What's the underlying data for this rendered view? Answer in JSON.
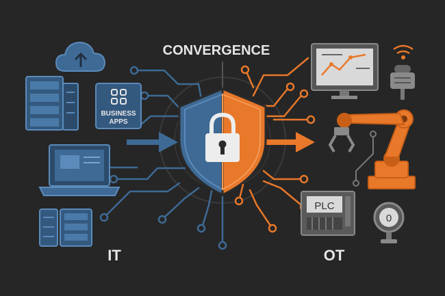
{
  "title": "CONVERGENCE",
  "left_label": "IT",
  "right_label": "OT",
  "business_apps_line1": "BUSINESS",
  "business_apps_line2": "APPS",
  "plc_label": "PLC",
  "gauge_value": "0",
  "colors": {
    "background": "#262626",
    "it_blue": "#3E6A95",
    "it_blue_light": "#5B8BBB",
    "ot_orange": "#E8782A",
    "ot_orange_dark": "#C95F17",
    "gray": "#8A8A8A",
    "text": "#E6E6E6"
  },
  "icons": [
    "cloud-upload-icon",
    "server-rack-icon",
    "business-apps-icon",
    "laptop-icon",
    "database-server-icon",
    "shield-lock-icon",
    "monitor-chart-icon",
    "wireless-sensor-icon",
    "robot-arm-icon",
    "plc-controller-icon",
    "pressure-gauge-icon"
  ]
}
